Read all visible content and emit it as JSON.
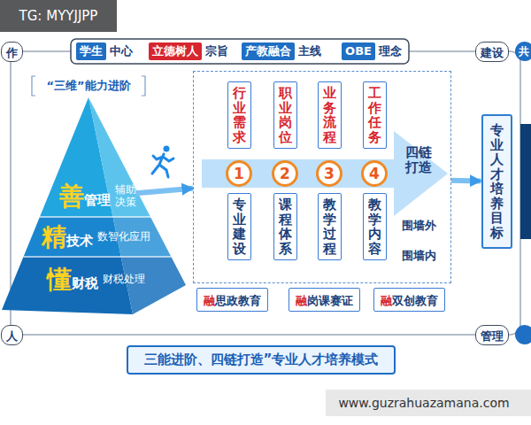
{
  "diagram": {
    "title": "三能进阶、四链打造”专业人才培养模式",
    "nodes": [
      {
        "text": [
          "学生",
          "中心"
        ]
      },
      {
        "text": [
          "立德树人",
          "宗旨"
        ]
      },
      {
        "text": [
          "产教融合",
          "主线"
        ]
      },
      {
        "text": [
          "OBE",
          "理念"
        ]
      },
      {
        "text": [
          "善管理",
          "辅助决策"
        ]
      },
      {
        "text": [
          "精技术",
          "数智化应用"
        ]
      },
      {
        "text": [
          "懂财税",
          "财税处理"
        ]
      },
      {
        "text": [
          "四链打造",
          "围墙外",
          "围墙内"
        ]
      },
      {
        "text": [
          "行业需求"
        ],
        "in": 7
      },
      {
        "text": [
          "职业岗位"
        ],
        "in": 7
      },
      {
        "text": [
          "业务流程"
        ],
        "in": 7
      },
      {
        "text": [
          "工作任务"
        ],
        "in": 7
      },
      {
        "text": [
          "1"
        ],
        "in": 7
      },
      {
        "text": [
          "2"
        ],
        "in": 7
      },
      {
        "text": [
          "3"
        ],
        "in": 7
      },
      {
        "text": [
          "4"
        ],
        "in": 7
      },
      {
        "text": [
          "专业建设"
        ],
        "in": 7
      },
      {
        "text": [
          "课程体系"
        ],
        "in": 7
      },
      {
        "text": [
          "教学过程"
        ],
        "in": 7
      },
      {
        "text": [
          "教学内容"
        ],
        "in": 7
      },
      {
        "text": [
          "融思政教育"
        ]
      },
      {
        "text": [
          "融岗课赛证"
        ]
      },
      {
        "text": [
          "融双创教育"
        ]
      },
      {
        "text": [
          "专业人才培养目标"
        ]
      },
      {
        "text": [
          "作"
        ]
      },
      {
        "text": [
          "建设"
        ]
      },
      {
        "text": [
          "人"
        ]
      },
      {
        "text": [
          "管理"
        ]
      }
    ],
    "edges": [
      {
        "from": 4,
        "to": 7,
        "arrow": "to"
      },
      {
        "from": 7,
        "to": 23,
        "arrow": "to"
      }
    ],
    "labels": [
      "TG: MYYJJPP",
      "“三维”能力进阶",
      "共",
      "www.guzrahuazamana.com"
    ]
  }
}
